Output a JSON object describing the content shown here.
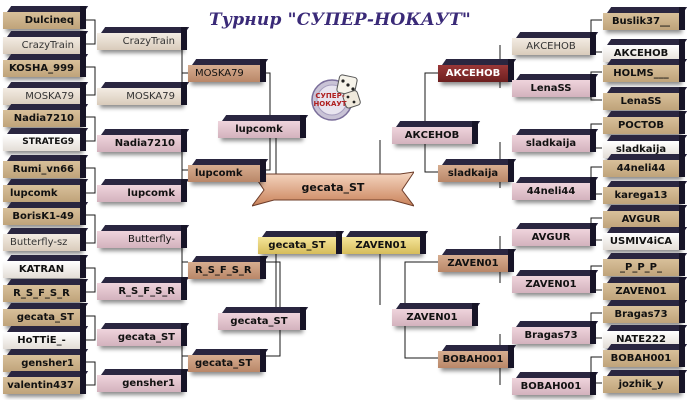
{
  "title": "Турнир \"СУПЕР-НОКАУТ\"",
  "logo": {
    "text": "СУПЕР-НОКАУТ",
    "icon": "dice-icon"
  },
  "champion": "gecata_ST",
  "final": {
    "left": "gecata_ST",
    "right": "ZAVEN01"
  },
  "left": {
    "r1": [
      "Dulcineq",
      "CrazyTrain",
      "KOSHA_999",
      "MOSKA79",
      "Nadia7210",
      "STRATEG9",
      "Rumi_vn66",
      "lupcomk",
      "BorisK1-49",
      "Butterfly-sz",
      "KATRAN",
      "R_S_F_S_R",
      "gecata_ST",
      "HoTTiE_-",
      "gensher1",
      "valentin437"
    ],
    "r2": [
      "CrazyTrain",
      "MOSKA79",
      "Nadia7210",
      "lupcomk",
      "Butterfly-",
      "R_S_F_S_R",
      "gecata_ST",
      "gensher1"
    ],
    "r3": [
      "MOSKA79",
      "lupcomk",
      "R_S_F_S_R",
      "gecata_ST"
    ],
    "r4": [
      "lupcomk",
      "gecata_ST"
    ]
  },
  "right": {
    "r1": [
      "Buslik37__",
      "АКСЕНОВ",
      "HOLMS___",
      "LenaSS",
      "РОСТОВ",
      "sladkaija",
      "44neli44",
      "karega13",
      "AVGUR",
      "USMIV4iCA",
      "_P_P_P_",
      "ZAVEN01",
      "Bragas73",
      "NATE222",
      "BOBAH001",
      "jozhik_y"
    ],
    "r2": [
      "АКСЕНОВ",
      "LenaSS",
      "sladkaija",
      "44neli44",
      "AVGUR",
      "ZAVEN01",
      "Bragas73",
      "BOBAH001"
    ],
    "r3": [
      "АКСЕНОВ",
      "sladkaija",
      "ZAVEN01",
      "BOBAH001"
    ],
    "r4": [
      "АКСЕНОВ",
      "ZAVEN01"
    ]
  }
}
